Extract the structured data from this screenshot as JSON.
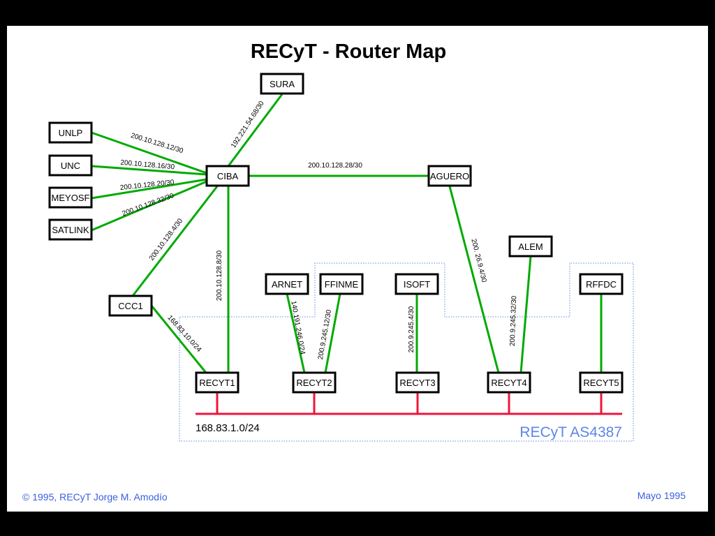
{
  "title": "RECyT - Router Map",
  "nodes": [
    "SURA",
    "UNLP",
    "UNC",
    "MEYOSF",
    "SATLINK",
    "CIBA",
    "AGUERO",
    "ALEM",
    "ARNET",
    "FFINME",
    "ISOFT",
    "RFFDC",
    "CCC1",
    "RECYT1",
    "RECYT2",
    "RECYT3",
    "RECYT4",
    "RECYT5"
  ],
  "links": [
    {
      "from": "SURA",
      "to": "CIBA",
      "label": "192.221.54.68/30"
    },
    {
      "from": "UNLP",
      "to": "CIBA",
      "label": "200.10.128.12/30"
    },
    {
      "from": "UNC",
      "to": "CIBA",
      "label": "200.10.128.16/30"
    },
    {
      "from": "MEYOSF",
      "to": "CIBA",
      "label": "200.10.128.20/30"
    },
    {
      "from": "SATLINK",
      "to": "CIBA",
      "label": "200.10.128.32/30"
    },
    {
      "from": "CIBA",
      "to": "AGUERO",
      "label": "200.10.128.28/30"
    },
    {
      "from": "CIBA",
      "to": "CCC1",
      "label": "200.10.128.4/30"
    },
    {
      "from": "CIBA",
      "to": "RECYT1",
      "label": "200.10.128.8/30"
    },
    {
      "from": "CCC1",
      "to": "RECYT1",
      "label": "168.83.10.0/24"
    },
    {
      "from": "ARNET",
      "to": "RECYT2",
      "label": "140.191.246.0/24"
    },
    {
      "from": "FFINME",
      "to": "RECYT2",
      "label": "200.9.245.12/30"
    },
    {
      "from": "ISOFT",
      "to": "RECYT3",
      "label": "200.9.245.4/30"
    },
    {
      "from": "AGUERO",
      "to": "RECYT4",
      "label": "200. 26.9.4/30"
    },
    {
      "from": "ALEM",
      "to": "RECYT4",
      "label": "200.9.245.32/30"
    },
    {
      "from": "RFFDC",
      "to": "RECYT5",
      "label": ""
    }
  ],
  "lan": {
    "network": "168.83.1.0/24",
    "as_label": "RECyT AS4387",
    "bus_color": "#f0143c",
    "link_color": "#00aa00"
  },
  "footer": {
    "copyright": "© 1995, RECyT Jorge M. Amodío",
    "date": "Mayo 1995"
  }
}
